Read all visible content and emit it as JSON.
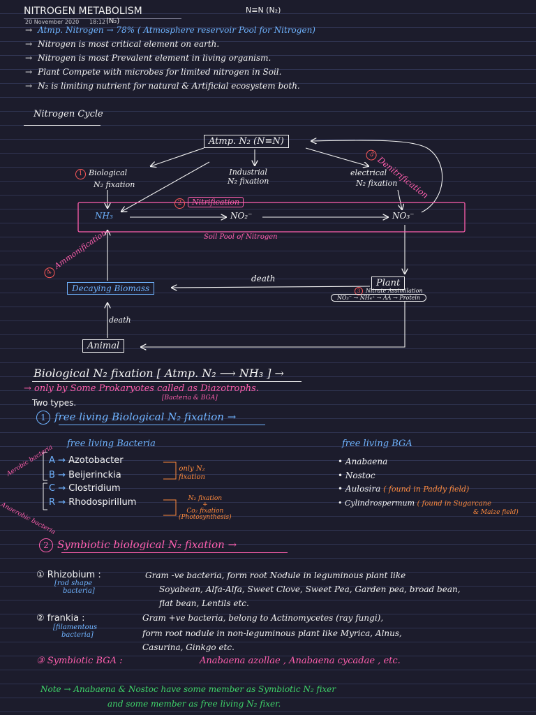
{
  "header": {
    "title": "NITROGEN METABOLISM",
    "date": "20 November 2020",
    "time": "18:12",
    "formula": "N≡N (N₂)",
    "formula_sub": "(N₂)"
  },
  "intro": [
    {
      "arrow": "→",
      "text": "Atmp. Nitrogen → 78%   ( Atmosphere reservoir Pool for Nitrogen)",
      "color": "blue"
    },
    {
      "arrow": "→",
      "text": "Nitrogen is most critical element on earth.",
      "color": "white"
    },
    {
      "arrow": "→",
      "text": "Nitrogen is most Prevalent element in living organism.",
      "color": "white"
    },
    {
      "arrow": "→",
      "text": "Plant Compete with microbes for limited nitrogen in Soil.",
      "color": "white"
    },
    {
      "arrow": "→",
      "text": "N₂ is limiting nutrient for natural & Artificial ecosystem both.",
      "color": "white"
    }
  ],
  "cycle": {
    "heading": "Nitrogen Cycle",
    "atm": "Atmp. N₂ (N≡N)",
    "bio_num": "1",
    "bio": [
      "Biological",
      "N₂ fixation"
    ],
    "industrial": [
      "Industrial",
      "N₂ fixation"
    ],
    "electrical": [
      "electrical",
      "N₂ fixation"
    ],
    "denit_num": "5",
    "denit": "Denitrification",
    "nitri_num": "2",
    "nitri": "Nitrification",
    "nh3": "NH₃",
    "no2": "NO₂⁻",
    "no3": "NO₃⁻",
    "soil": "Soil Pool of Nitrogen",
    "ammon_num": "4",
    "ammon": "Ammonification",
    "decay": "Decaying Biomass",
    "death1": "death",
    "plant": "Plant",
    "assim_num": "3",
    "assim": "Nitrate Assimilation",
    "assim_chain": "NO₃⁻ → NH₄⁺ → AA → Protein",
    "death2": "death",
    "animal": "Animal"
  },
  "bnf": {
    "title": "Biological N₂ fixation [ Atmp. N₂ ⟶ NH₃ ] →",
    "only": "→ only by Some Prokaryotes called as Diazotrophs.",
    "bracket": "[Bacteria & BGA]",
    "two_types": "Two types.",
    "free_num": "1",
    "free_title": "free living Biological N₂ fixation →",
    "bacteria_head": "free living Bacteria",
    "bga_head": "free living BGA",
    "aerobic": "Aerobic bacteria",
    "anaerobic": "Anaerobic bacteria",
    "bacteria": [
      {
        "letter": "A",
        "name": "Azotobacter"
      },
      {
        "letter": "B",
        "name": "Beijerinckia"
      },
      {
        "letter": "C",
        "name": "Clostridium"
      },
      {
        "letter": "R",
        "name": "Rhodospirillum"
      }
    ],
    "only_n2": [
      "only N₂",
      "fixation"
    ],
    "n2_co2": [
      "N₂ fixation",
      "+",
      "Co₂ fixation",
      "(Photosynthesis)"
    ],
    "bga": [
      {
        "name": "Anabaena",
        "note": ""
      },
      {
        "name": "Nostoc",
        "note": ""
      },
      {
        "name": "Aulosira",
        "note": "( found in Paddy field)"
      },
      {
        "name": "Cylindrospermum",
        "note": "( found in Sugarcane"
      }
    ],
    "bga_note2": "& Maize field)"
  },
  "symb": {
    "num": "2",
    "title": "Symbiotic biological N₂ fixation →",
    "rhizo_num": "①",
    "rhizo": "Rhizobium :",
    "rhizo_shape": [
      "[rod shape",
      "bacteria]"
    ],
    "rhizo_desc1": "Gram -ve bacteria, form root Nodule in leguminous plant like",
    "rhizo_desc2": "Soyabean, Alfa-Alfa, Sweet Clove, Sweet Pea, Garden pea, broad bean,",
    "rhizo_desc3": "flat bean, Lentils etc.",
    "frankia_num": "②",
    "frankia": "frankia :",
    "frankia_shape": [
      "[filamentous",
      "bacteria]"
    ],
    "frankia_desc1": "Gram +ve bacteria, belong to Actinomycetes (ray fungi),",
    "frankia_desc2": "form root nodule in non-leguminous plant like Myrica, Alnus,",
    "frankia_desc3": "Casurina, Ginkgo etc.",
    "bga_num": "③",
    "bga": "Symbiotic BGA :",
    "bga_desc": "Anabaena azollae , Anabaena cycadae , etc."
  },
  "note": {
    "line1": "Note →  Anabaena & Nostoc have some member as Symbiotic N₂ fixer",
    "line2": "and some member as free living N₂ fixer."
  }
}
